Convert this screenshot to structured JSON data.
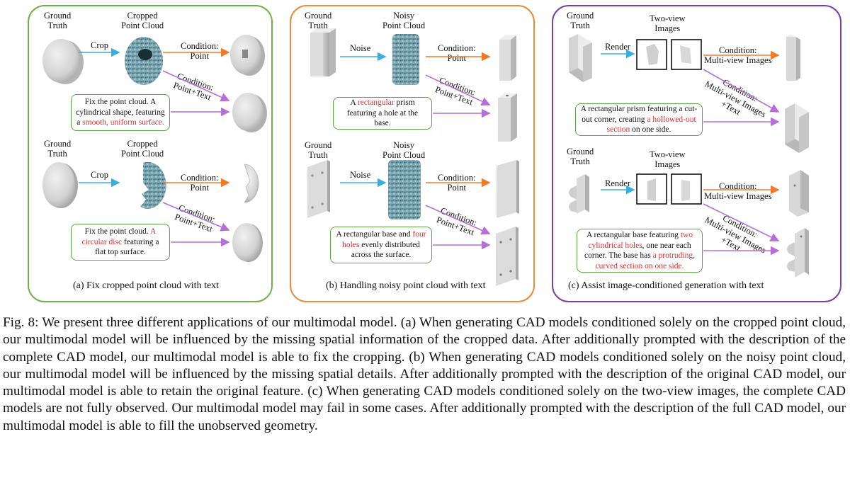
{
  "panel_a": {
    "row1": {
      "ground_truth": [
        "Ground",
        "Truth"
      ],
      "cropped": [
        "Cropped",
        "Point Cloud"
      ],
      "crop": "Crop",
      "cond_point": [
        "Condition:",
        "Point"
      ],
      "cond_text": [
        "Condition:",
        "Point+Text"
      ],
      "text": {
        "pre": "Fix the point cloud. A cylindrical shape, featuring a",
        "red": "smooth, uniform surface.",
        "post": ""
      }
    },
    "row2": {
      "ground_truth": [
        "Ground",
        "Truth"
      ],
      "cropped": [
        "Cropped",
        "Point Cloud"
      ],
      "crop": "Crop",
      "cond_point": [
        "Condition:",
        "Point"
      ],
      "cond_text": [
        "Condition:",
        "Point+Text"
      ],
      "text": {
        "pre": "Fix the point cloud.",
        "red": "A circular disc",
        "post": "featuring a flat top surface."
      }
    },
    "caption": "(a) Fix cropped point cloud with text"
  },
  "panel_b": {
    "row1": {
      "ground_truth": [
        "Ground",
        "Truth"
      ],
      "noisy": [
        "Noisy",
        "Point Cloud"
      ],
      "noise": "Noise",
      "cond_point": [
        "Condition:",
        "Point"
      ],
      "cond_text": [
        "Condition:",
        "Point+Text"
      ],
      "text": {
        "pre": "A",
        "red": "rectangular",
        "post": "prism featuring a hole at the base."
      }
    },
    "row2": {
      "ground_truth": [
        "Ground",
        "Truth"
      ],
      "noisy": [
        "Noisy",
        "Point Cloud"
      ],
      "noise": "Noise",
      "cond_point": [
        "Condition:",
        "Point"
      ],
      "cond_text": [
        "Condition:",
        "Point+Text"
      ],
      "text": {
        "pre": "A rectangular base and",
        "red": "four holes",
        "post": "evenly distributed across the surface."
      }
    },
    "caption": "(b) Handling noisy point cloud with text"
  },
  "panel_c": {
    "row1": {
      "ground_truth": [
        "Ground",
        "Truth"
      ],
      "two_view": [
        "Two-view",
        "Images"
      ],
      "render": "Render",
      "cond_image": [
        "Condition:",
        "Multi-view Images"
      ],
      "cond_text": [
        "Condition:",
        "Multi-view Images",
        "+Text"
      ],
      "text": {
        "pre": "A rectangular prism featuring a cut-out corner, creating",
        "red": "a hollowed-out section",
        "post": "on one side."
      }
    },
    "row2": {
      "ground_truth": [
        "Ground",
        "Truth"
      ],
      "two_view": [
        "Two-view",
        "Images"
      ],
      "render": "Render",
      "cond_image": [
        "Condition:",
        "Multi-view Images"
      ],
      "cond_text": [
        "Condition:",
        "Multi-view Images",
        "+Text"
      ],
      "text": {
        "pre": "A rectangular base featuring",
        "red": "two cylindrical holes",
        "mid": ", one near each corner. The base has",
        "red2": "a protruding, curved section on one side.",
        "post": ""
      }
    },
    "caption": "(c) Assist image-conditioned generation with text"
  },
  "figure_caption": "Fig. 8: We present three different applications of our multimodal model. (a) When generating CAD models conditioned solely on the cropped point cloud, our multimodal model will be influenced by the missing spatial information of the cropped data. After additionally prompted with the description of the complete CAD model, our multimodal model is able to fix the cropping. (b) When generating CAD models conditioned solely on the noisy point cloud, our multimodal model will be influenced by the missing spatial details. After additionally prompted with the description of the original CAD model, our multimodal model is able to retain the original feature. (c) When generating CAD models conditioned solely on the two-view images, the complete CAD models are not fully observed. Our multimodal model may fail in some cases. After additionally prompted with the description of the full CAD model, our multimodal model is able to fill the unobserved geometry.",
  "colors": {
    "green": "#6fb14a",
    "orange": "#ea8a3d",
    "purple": "#7b3fa0",
    "blue_arrow": "#3aaee0",
    "orange_arrow": "#f07a2a",
    "purple_arrow": "#b56fd6",
    "red_text": "#e03030"
  }
}
